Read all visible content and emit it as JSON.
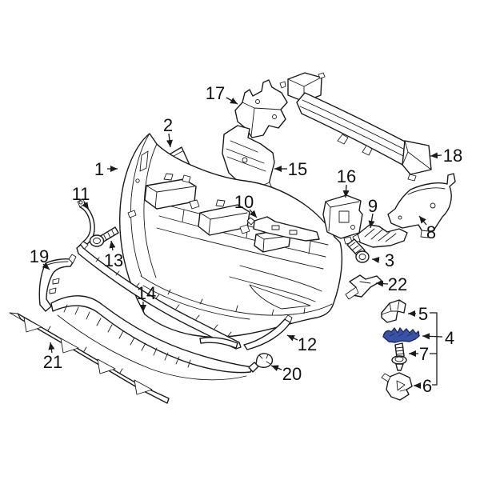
{
  "diagram": {
    "kind": "exploded-parts-diagram",
    "background_color": "#ffffff",
    "line_color": "#1b1b1b",
    "highlight_color": "#3a52a3",
    "highlight_outline_color": "#1d2a63",
    "highlighted_callout": "4",
    "callouts": [
      {
        "label": "1"
      },
      {
        "label": "2"
      },
      {
        "label": "3"
      },
      {
        "label": "4"
      },
      {
        "label": "5"
      },
      {
        "label": "6"
      },
      {
        "label": "7"
      },
      {
        "label": "8"
      },
      {
        "label": "9"
      },
      {
        "label": "10"
      },
      {
        "label": "11"
      },
      {
        "label": "12"
      },
      {
        "label": "13"
      },
      {
        "label": "14"
      },
      {
        "label": "15"
      },
      {
        "label": "16"
      },
      {
        "label": "17"
      },
      {
        "label": "18"
      },
      {
        "label": "19"
      },
      {
        "label": "20"
      },
      {
        "label": "21"
      },
      {
        "label": "22"
      }
    ]
  }
}
